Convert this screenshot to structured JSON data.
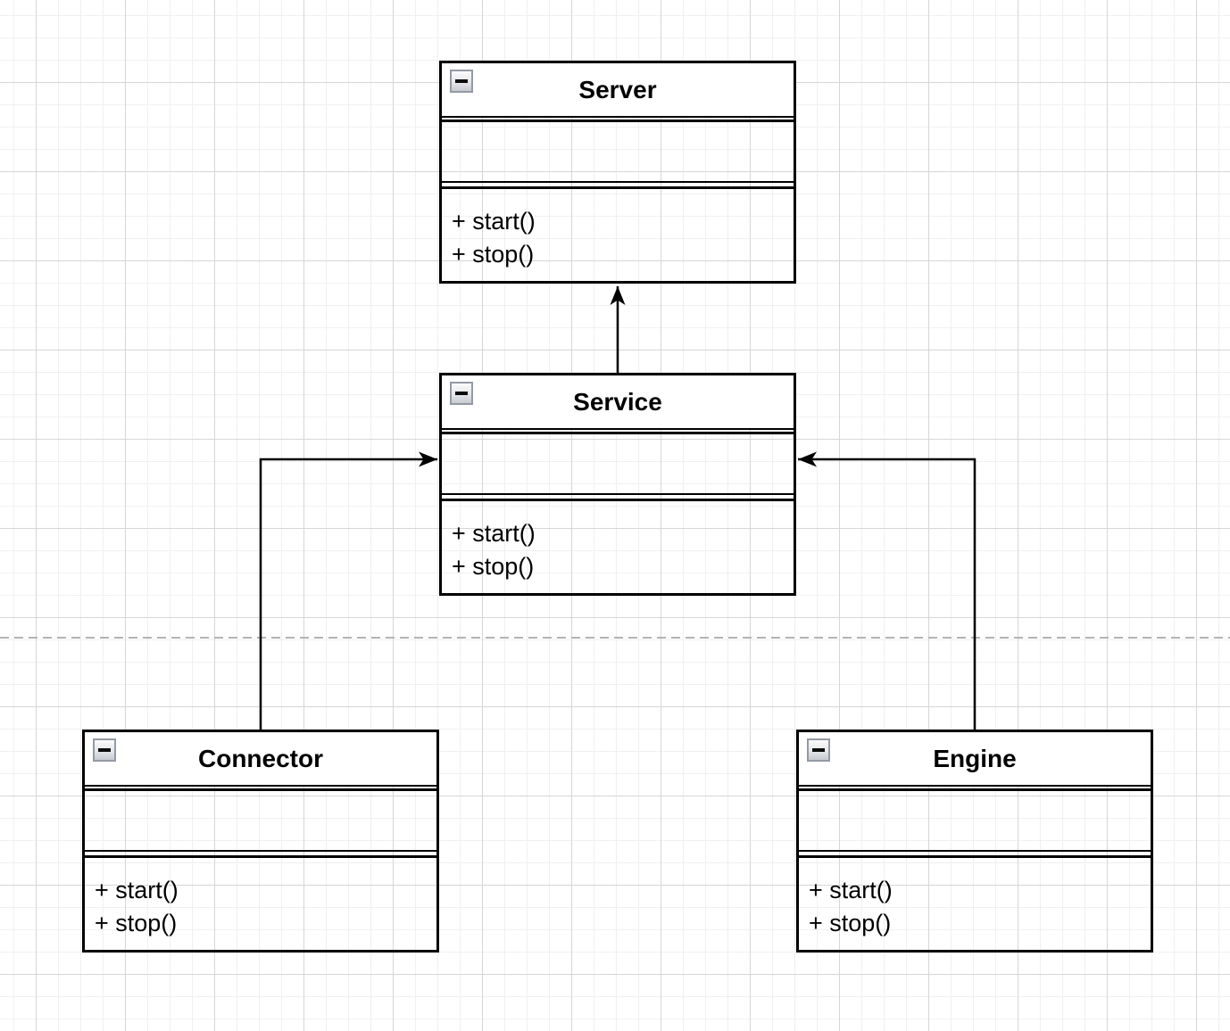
{
  "app": {
    "type": "uml-class-diagram-canvas"
  },
  "style": {
    "shape_fill": "#ffffff",
    "shape_stroke": "#000000",
    "text_color": "#000000",
    "grid_minor_color": "#f0f0f0",
    "grid_major_color": "#d6d6d6",
    "page_divider_color": "#b3b3b3",
    "collapse_button_frame": "#939aa5"
  },
  "diagram": {
    "classes": [
      {
        "name": "Server",
        "collapse_icon": "minus-icon",
        "attributes": [],
        "methods": [
          "+ start()",
          "+ stop()"
        ]
      },
      {
        "name": "Service",
        "collapse_icon": "minus-icon",
        "attributes": [],
        "methods": [
          "+ start()",
          "+ stop()"
        ]
      },
      {
        "name": "Connector",
        "collapse_icon": "minus-icon",
        "attributes": [],
        "methods": [
          "+ start()",
          "+ stop()"
        ]
      },
      {
        "name": "Engine",
        "collapse_icon": "minus-icon",
        "attributes": [],
        "methods": [
          "+ start()",
          "+ stop()"
        ]
      }
    ],
    "relations": [
      {
        "from": "Service",
        "to": "Server",
        "style": "solid-directed-arrow"
      },
      {
        "from": "Connector",
        "to": "Service",
        "style": "solid-directed-arrow"
      },
      {
        "from": "Engine",
        "to": "Service",
        "style": "solid-directed-arrow"
      }
    ],
    "page_divider": {
      "orientation": "horizontal",
      "style": "dashed"
    }
  }
}
